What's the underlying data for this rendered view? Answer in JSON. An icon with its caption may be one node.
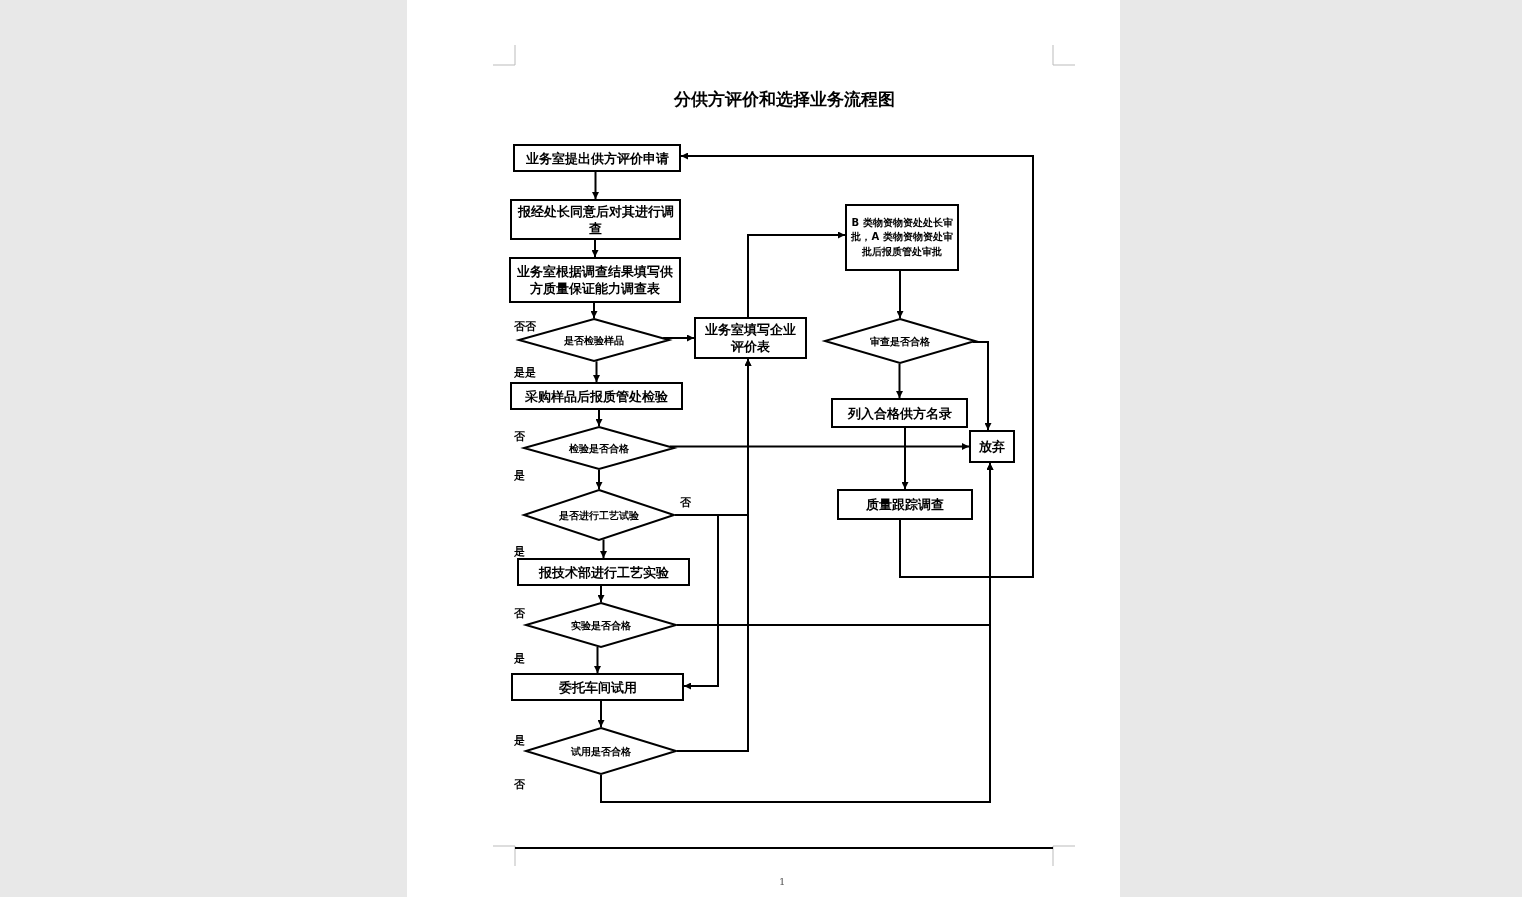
{
  "diagram": {
    "title": "分供方评价和选择业务流程图",
    "nodes": [
      {
        "text": [
          "业务室提出供方评价申请"
        ]
      },
      {
        "text": [
          "报经处长同意后对其进行调查"
        ]
      },
      {
        "text": [
          "业务室根据调查结果填写供方质量保证能力调查表"
        ]
      },
      {
        "text": [
          "是否检验样品"
        ]
      },
      {
        "text": [
          "采购样品后报质管处检验"
        ]
      },
      {
        "text": [
          "检验是否合格"
        ]
      },
      {
        "text": [
          "是否进行工艺试验"
        ]
      },
      {
        "text": [
          "报技术部进行工艺实验"
        ]
      },
      {
        "text": [
          "实验是否合格"
        ]
      },
      {
        "text": [
          "委托车间试用"
        ]
      },
      {
        "text": [
          "试用是否合格"
        ]
      },
      {
        "text": [
          "业务室填写企业评价表"
        ]
      },
      {
        "text": [
          "B 类物资物资处处长审批，A 类物资物资处审批后报质管处审批"
        ]
      },
      {
        "text": [
          "审查是否合格"
        ]
      },
      {
        "text": [
          "列入合格供方名录"
        ]
      },
      {
        "text": [
          "放弃"
        ]
      },
      {
        "text": [
          "质量跟踪调查"
        ]
      }
    ],
    "edges": [
      {
        "from": 0,
        "to": 1,
        "arrow": "to"
      },
      {
        "from": 1,
        "to": 2,
        "arrow": "to"
      },
      {
        "from": 2,
        "to": 3,
        "arrow": "to"
      },
      {
        "from": 3,
        "to": 11,
        "arrow": "to"
      },
      {
        "from": 3,
        "to": 4,
        "arrow": "to"
      },
      {
        "from": 4,
        "to": 5,
        "arrow": "to"
      },
      {
        "from": 5,
        "to": 15,
        "arrow": "to"
      },
      {
        "from": 5,
        "to": 6,
        "arrow": "to"
      },
      {
        "from": 6,
        "to": 11,
        "arrow": "to"
      },
      {
        "from": 6,
        "to": 9,
        "arrow": "to"
      },
      {
        "from": 6,
        "to": 7,
        "arrow": "to"
      },
      {
        "from": 7,
        "to": 8,
        "arrow": "to"
      },
      {
        "from": 8,
        "to": 15,
        "arrow": "to"
      },
      {
        "from": 8,
        "to": 9,
        "arrow": "to"
      },
      {
        "from": 9,
        "to": 10,
        "arrow": "to"
      },
      {
        "from": 10,
        "to": 11,
        "arrow": "to"
      },
      {
        "from": 10,
        "to": 15,
        "arrow": "to"
      },
      {
        "from": 11,
        "to": 12,
        "arrow": "to"
      },
      {
        "from": 12,
        "to": 13,
        "arrow": "to"
      },
      {
        "from": 13,
        "to": 14,
        "arrow": "to"
      },
      {
        "from": 13,
        "to": 15,
        "arrow": "to"
      },
      {
        "from": 14,
        "to": 16,
        "arrow": "to"
      },
      {
        "from": 16,
        "to": 0,
        "arrow": "to"
      }
    ],
    "labels": [
      "否否",
      "是是",
      "否",
      "是",
      "否",
      "是",
      "否",
      "是",
      "是",
      "否",
      "1"
    ]
  }
}
